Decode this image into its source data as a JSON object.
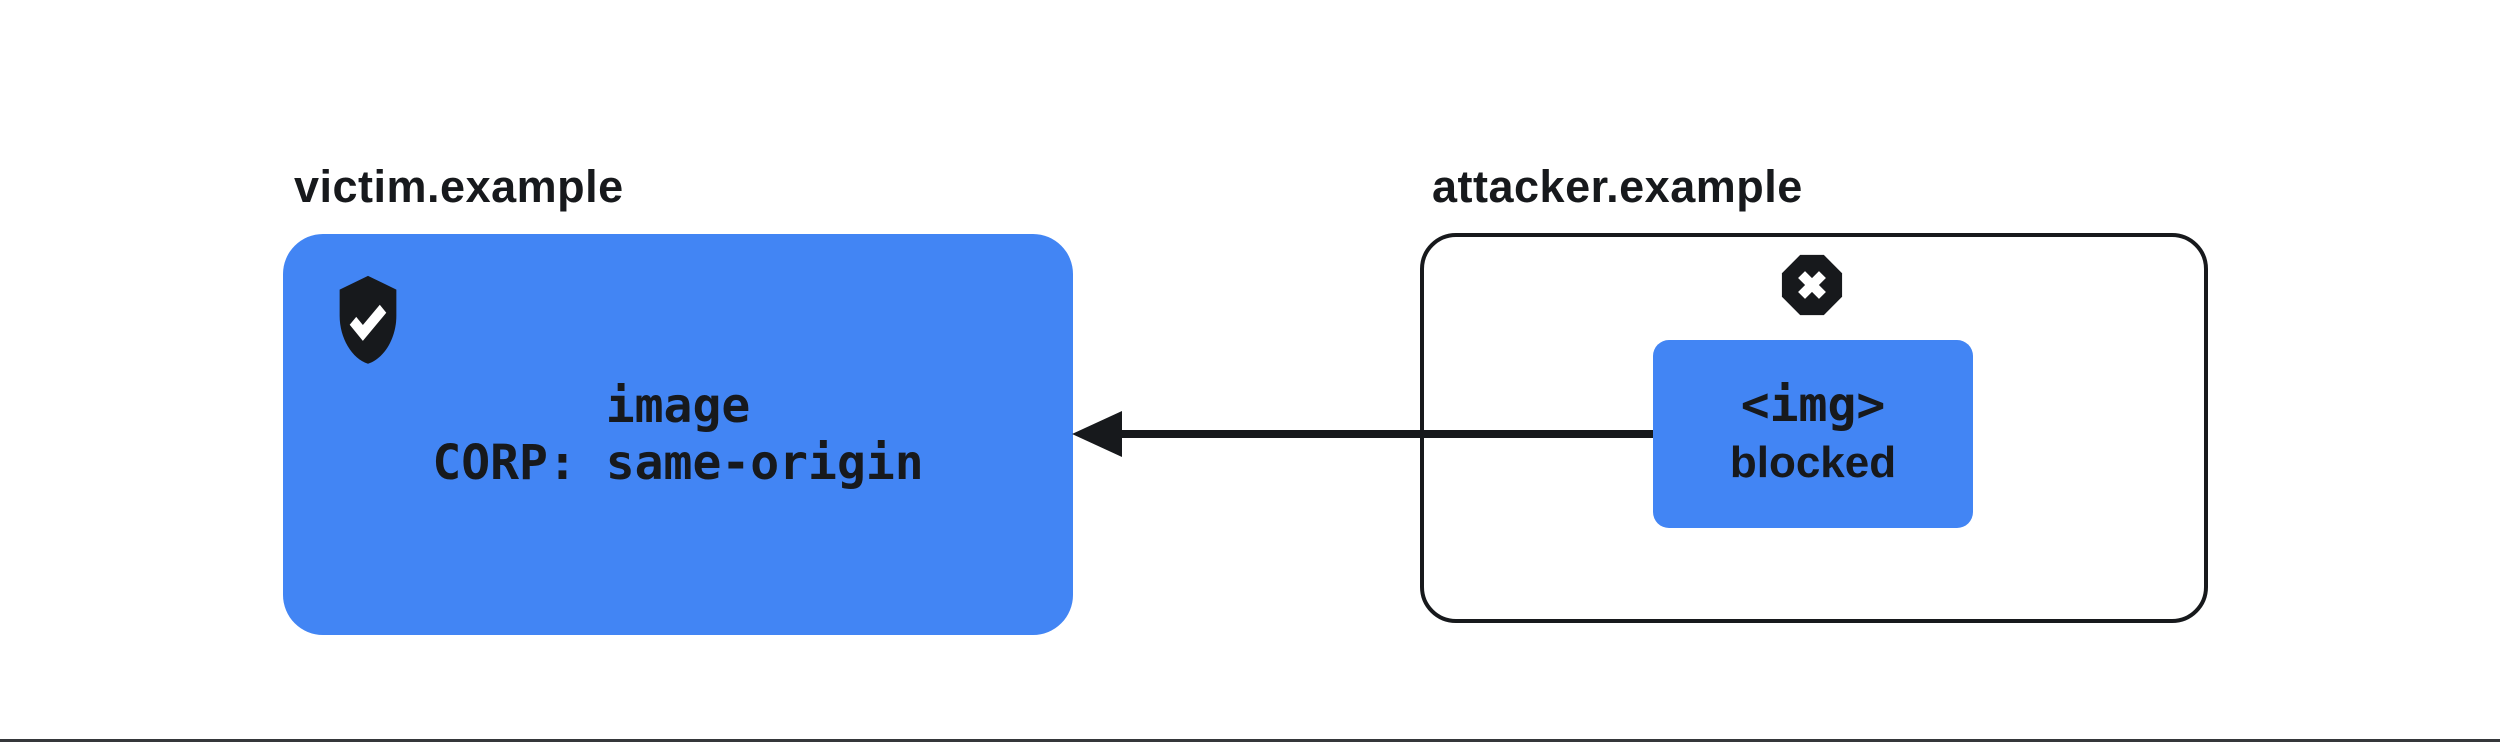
{
  "page": {
    "background": "#ffffff",
    "type": "cross-origin-resource-policy-diagram"
  },
  "colors": {
    "accent_blue": "#4285f4",
    "ink": "#17191c",
    "bottom_rule": "#35373a",
    "icon_check_mark": "#ffffff",
    "icon_x_mark": "#ffffff"
  },
  "victim": {
    "domain_label": "victim.example",
    "icon": "shield-check-icon",
    "card": {
      "line1": "image",
      "line2": "CORP: same-origin"
    }
  },
  "attacker": {
    "domain_label": "attacker.example",
    "icon": "x-octagon-icon",
    "card": {
      "line1": "<img>",
      "line2": "blocked"
    }
  },
  "arrow": {
    "direction": "right-to-left"
  }
}
